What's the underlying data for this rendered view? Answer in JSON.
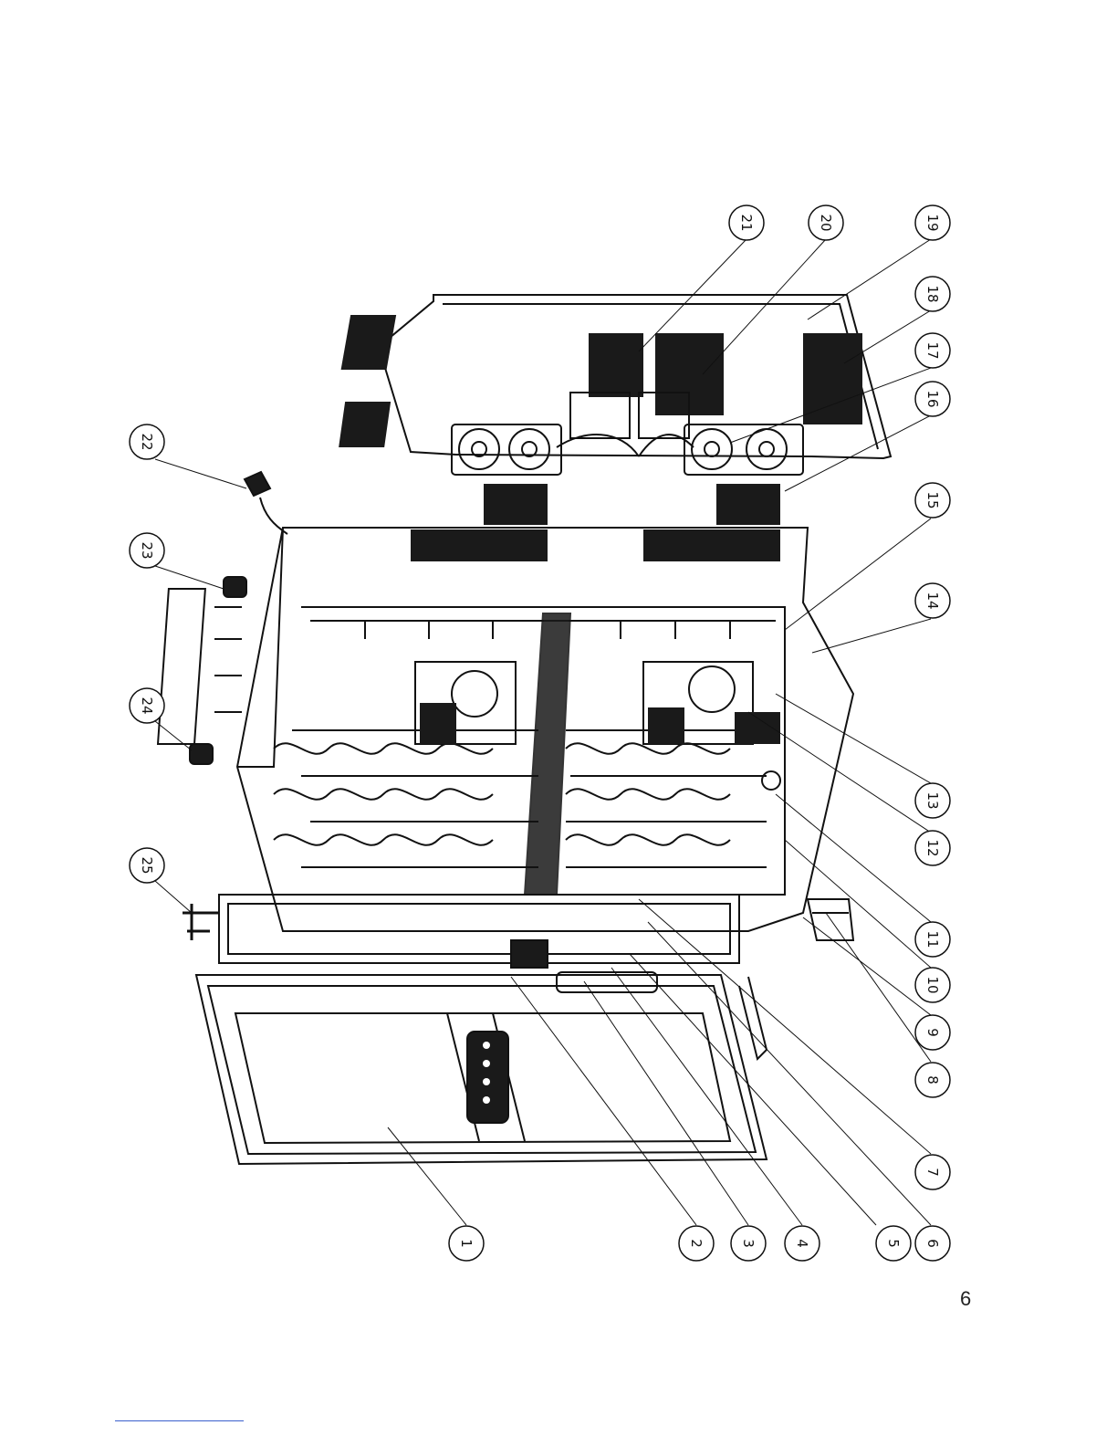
{
  "page_number": "6",
  "callouts": [
    "1",
    "2",
    "3",
    "4",
    "5",
    "6",
    "7",
    "8",
    "9",
    "10",
    "11",
    "12",
    "13",
    "14",
    "15",
    "16",
    "17",
    "18",
    "19",
    "20",
    "21",
    "22",
    "23",
    "24",
    "25"
  ],
  "colors": {
    "line": "#111111",
    "panel_fill": "#1a1a1a",
    "footer_rule": "#3a5fcd"
  }
}
